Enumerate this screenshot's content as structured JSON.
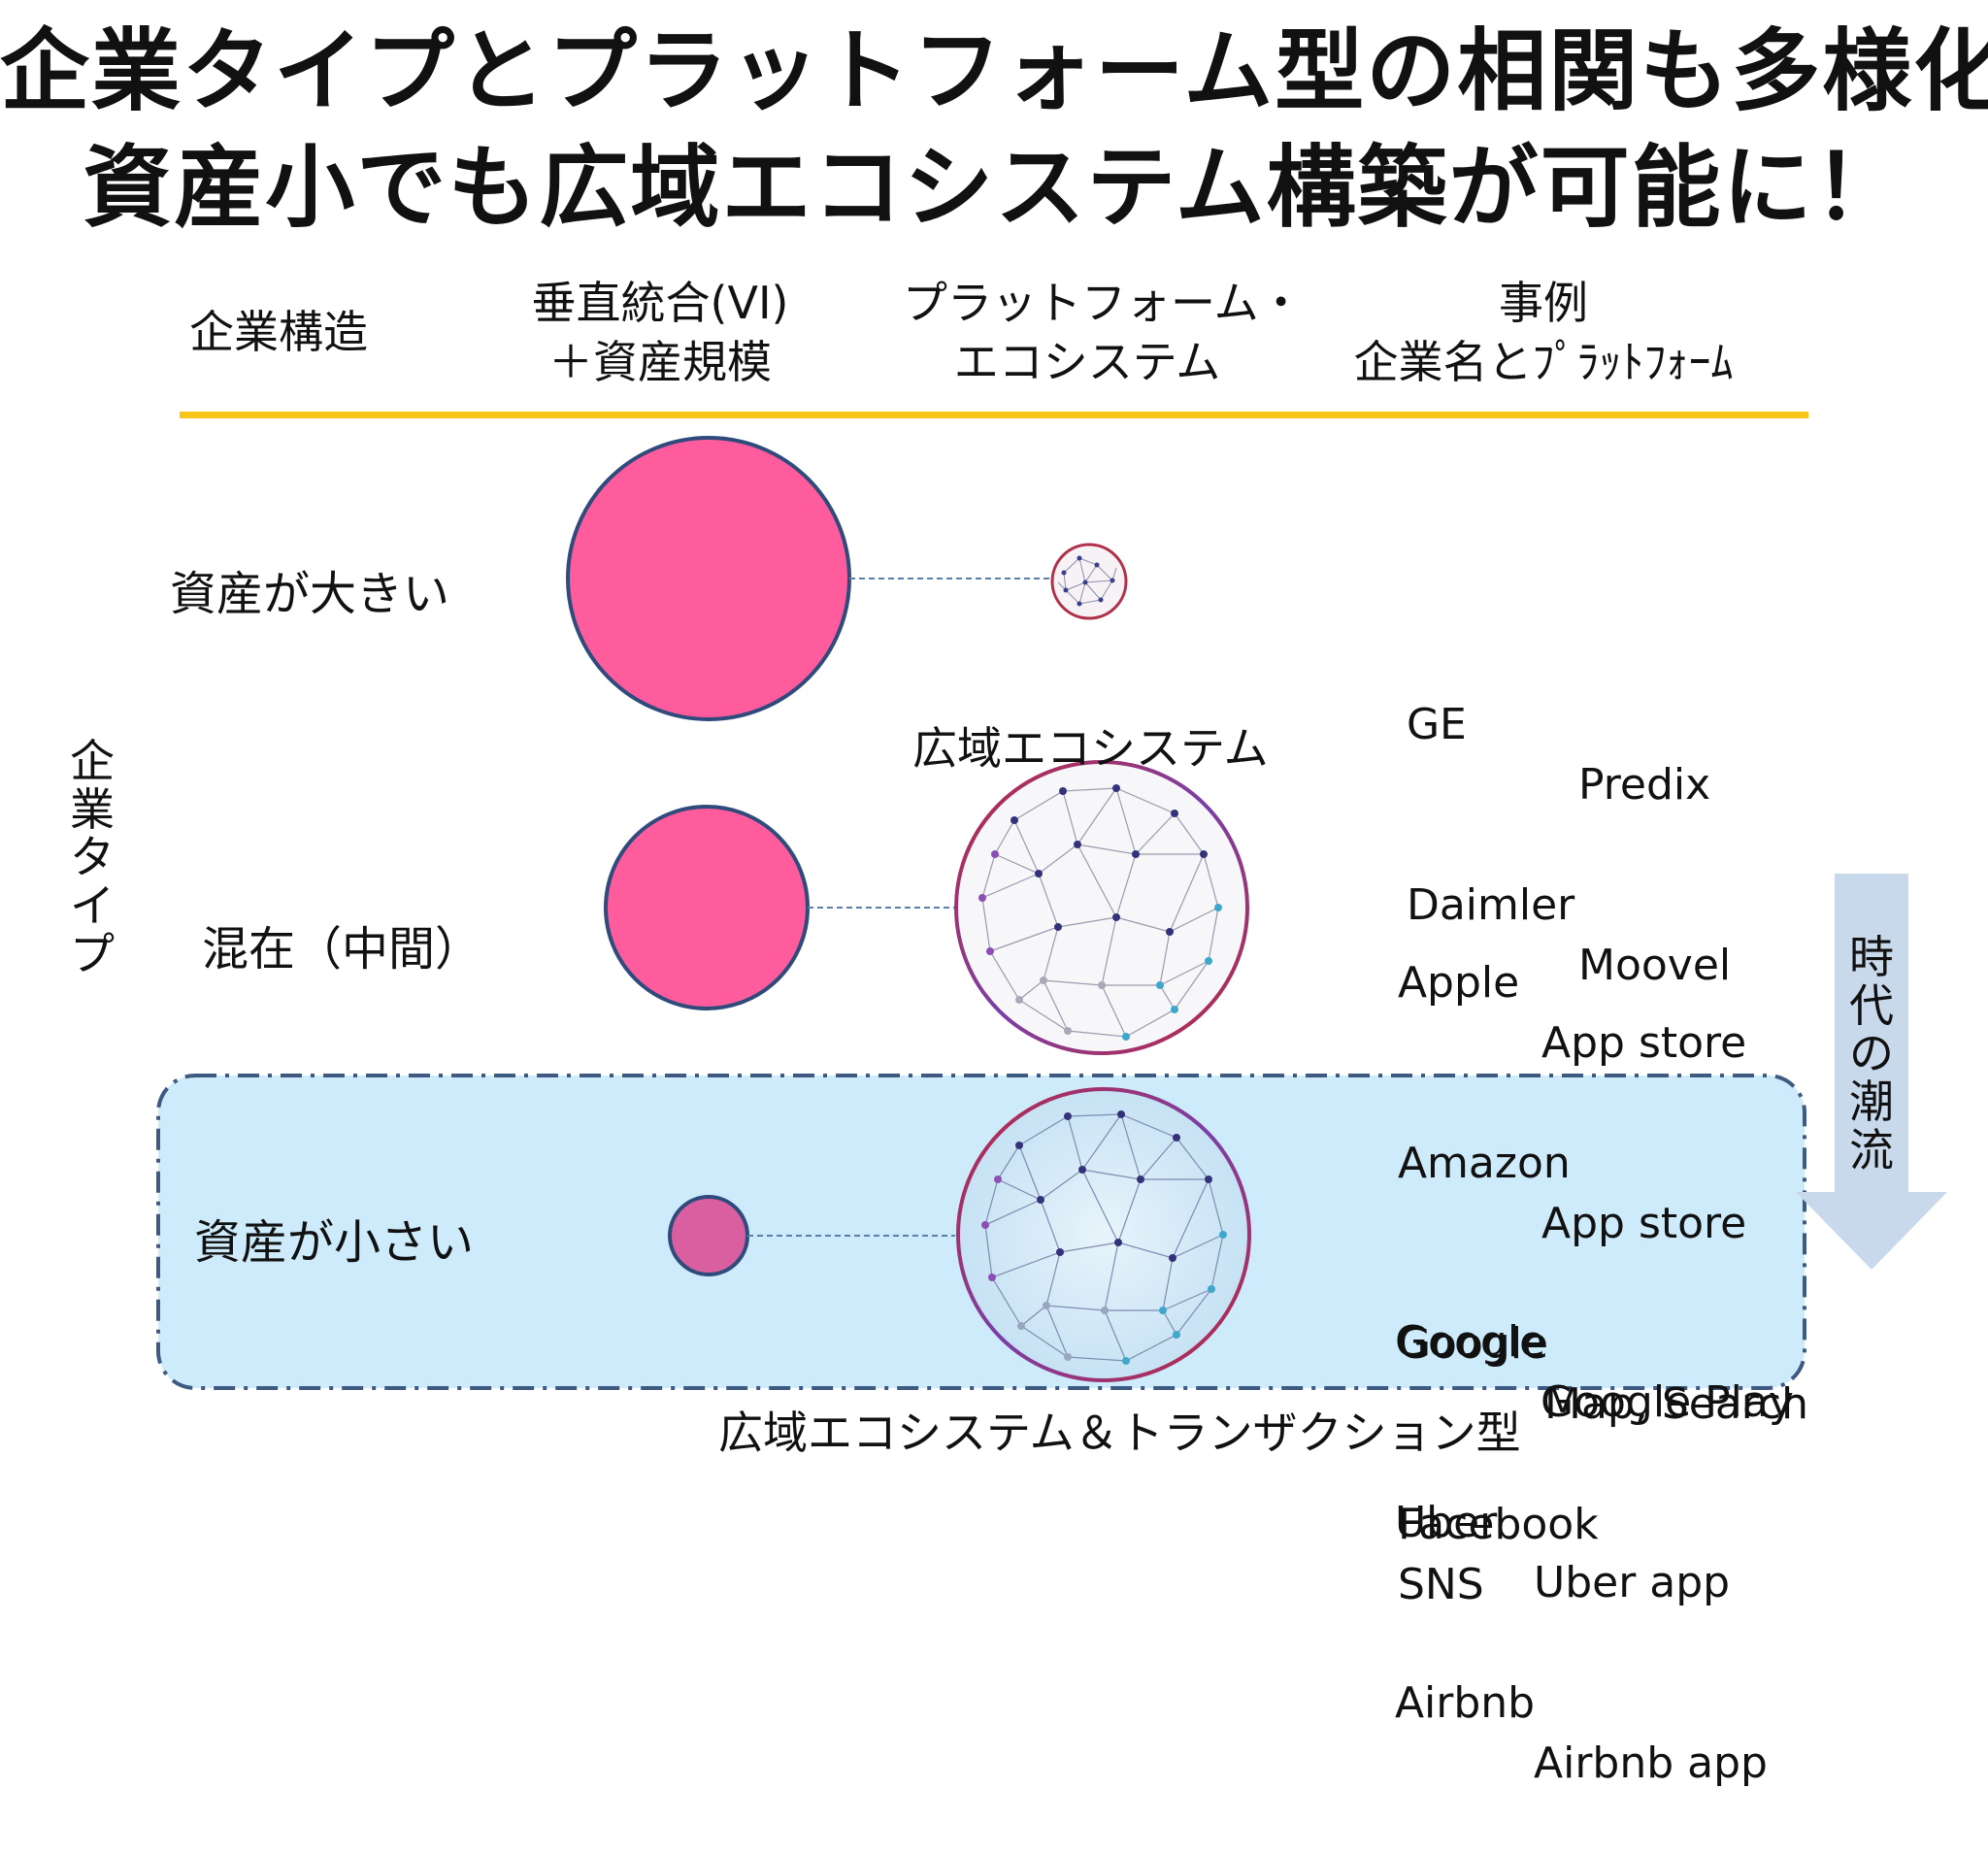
{
  "title": {
    "line1": "企業タイプとプラットフォーム型の相関も多様化",
    "line2": "資産小でも広域エコシステム構築が可能に！"
  },
  "headers": {
    "structure": "企業構造",
    "vi_line1": "垂直統合(VI)",
    "vi_line2": "＋資産規模",
    "platform_line1": "プラットフォーム・",
    "platform_line2": "エコシステム",
    "examples_line1": "事例",
    "examples_line2": "企業名とﾌﾟﾗｯﾄﾌｫｰﾑ"
  },
  "axis_label": "企業タイプ",
  "trend_label": "時代の潮流",
  "wide_ecosystem_label": "広域エコシステム",
  "highlight_caption": "広域エコシステム＆トランザクション型",
  "rows": [
    {
      "label": "資産が大きい",
      "examples": [
        {
          "company": "GE",
          "platform": "Predix"
        },
        {
          "company": "Daimler",
          "platform": "Moovel"
        }
      ]
    },
    {
      "label": "混在（中間）",
      "examples": [
        {
          "company": "Apple",
          "platform": "App store"
        },
        {
          "company": "Amazon",
          "platform": "App store"
        },
        {
          "company": "Google",
          "platform": "Map, Search"
        },
        {
          "company": "Facebook",
          "platform": "SNS"
        }
      ]
    },
    {
      "label": "資産が小さい",
      "examples": [
        {
          "company": "Google",
          "platform": "Google Play"
        },
        {
          "company": "Uber",
          "platform": "Uber app"
        },
        {
          "company": "Airbnb",
          "platform": "Airbnb app"
        }
      ]
    }
  ],
  "colors": {
    "asset_circle": "#FF5C9D",
    "asset_circle_small": "#D95FA0",
    "circle_stroke": "#2F4B7C",
    "header_rule": "#F5C518",
    "highlight_fill": "#CDEBFA",
    "highlight_border": "#3E5A80",
    "arrow_fill": "#C9D9EC"
  }
}
